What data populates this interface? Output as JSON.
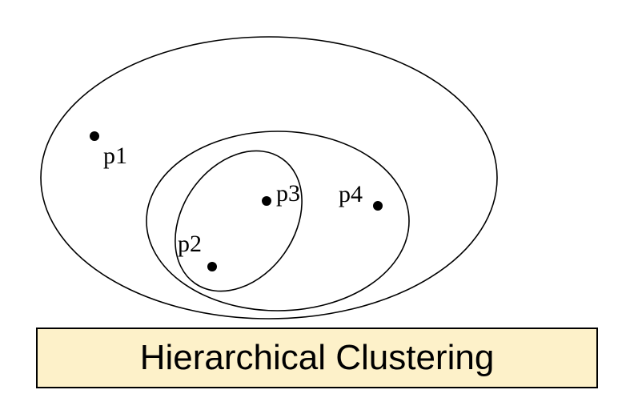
{
  "colors": {
    "caption_background": "#fdf1c9",
    "ink": "#000000"
  },
  "points": [
    {
      "id": "p1",
      "label": "p1"
    },
    {
      "id": "p2",
      "label": "p2"
    },
    {
      "id": "p3",
      "label": "p3"
    },
    {
      "id": "p4",
      "label": "p4"
    }
  ],
  "clusters": [
    {
      "id": "outer",
      "members": [
        "p1",
        "p2",
        "p3",
        "p4"
      ]
    },
    {
      "id": "middle",
      "members": [
        "p2",
        "p3",
        "p4"
      ]
    },
    {
      "id": "inner",
      "members": [
        "p2",
        "p3"
      ]
    }
  ],
  "caption": "Hierarchical Clustering"
}
